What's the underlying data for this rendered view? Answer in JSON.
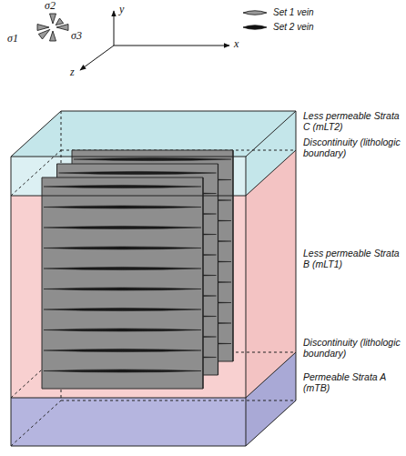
{
  "diagram": {
    "labels": [
      "σ2",
      "σ1",
      "σ3",
      "y",
      "x",
      "z",
      "Less permeable Strata C (mLT2)",
      "Discontinuity (lithologic boundary)",
      "Less permeable Strata B (mLT1)",
      "Discontinuity (lithologic boundary)",
      "Permeable Strata A (mTB)"
    ],
    "legend": [
      {
        "text": "Set 1 vein"
      },
      {
        "text": "Set 2 vein"
      }
    ]
  }
}
